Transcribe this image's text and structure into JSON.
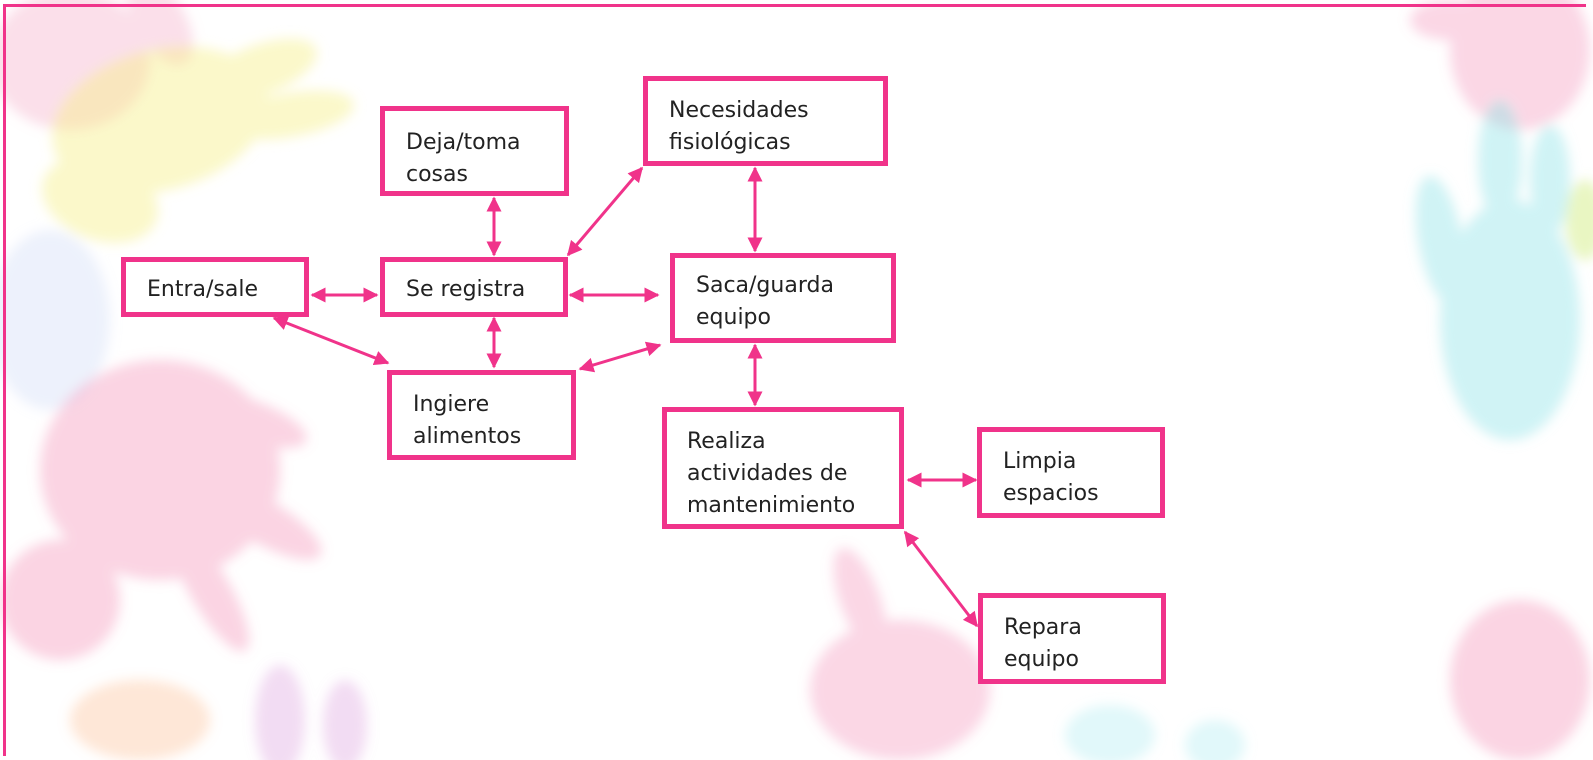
{
  "colors": {
    "accent": "#f0338a",
    "text": "#222222",
    "background": "#ffffff"
  },
  "decoration": {
    "description": "pale watercolor handprints in pink, yellow, blue, green and orange",
    "icon": "handprint-icon"
  },
  "nodes": {
    "deja_toma": "Deja/toma\ncosas",
    "necesidades": "Necesidades\nfisiológicas",
    "entra_sale": "Entra/sale",
    "se_registra": "Se registra",
    "saca_guarda": "Saca/guarda\nequipo",
    "ingiere": "Ingiere\nalimentos",
    "realiza": "Realiza\nactividades de\nmantenimiento",
    "limpia": "Limpia\nespacios",
    "repara": "Repara\nequipo"
  },
  "connections": [
    {
      "from": "entra_sale",
      "to": "se_registra",
      "style": "bidirectional"
    },
    {
      "from": "entra_sale",
      "to": "ingiere",
      "style": "bidirectional"
    },
    {
      "from": "deja_toma",
      "to": "se_registra",
      "style": "bidirectional"
    },
    {
      "from": "se_registra",
      "to": "ingiere",
      "style": "bidirectional"
    },
    {
      "from": "se_registra",
      "to": "necesidades",
      "style": "bidirectional"
    },
    {
      "from": "se_registra",
      "to": "saca_guarda",
      "style": "bidirectional"
    },
    {
      "from": "ingiere",
      "to": "saca_guarda",
      "style": "bidirectional"
    },
    {
      "from": "necesidades",
      "to": "saca_guarda",
      "style": "bidirectional"
    },
    {
      "from": "saca_guarda",
      "to": "realiza",
      "style": "bidirectional"
    },
    {
      "from": "realiza",
      "to": "limpia",
      "style": "bidirectional"
    },
    {
      "from": "realiza",
      "to": "repara",
      "style": "bidirectional"
    }
  ]
}
